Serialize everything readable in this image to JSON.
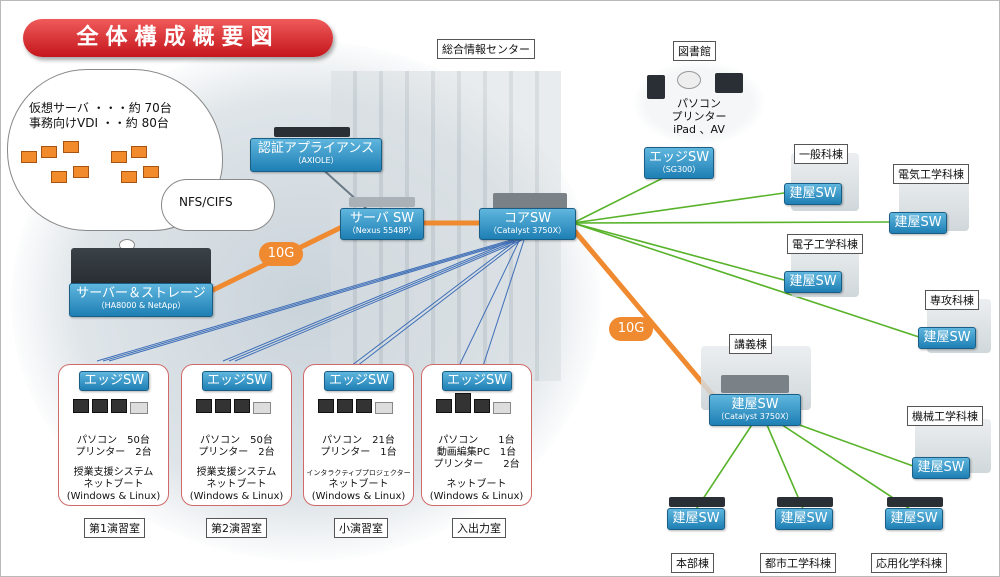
{
  "title": "全体構成概要図",
  "center": {
    "label": "総合情報センター",
    "auth": {
      "name": "認証アプライアンス",
      "model": "（AXIOLE）"
    },
    "server_sw": {
      "name": "サーバ SW",
      "model": "（Nexus 5548P）"
    },
    "core_sw": {
      "name": "コアSW",
      "model": "（Catalyst 3750X）"
    },
    "storage": {
      "name": "サーバー＆ストレージ",
      "model": "（HA8000 & NetApp）"
    },
    "cloud": {
      "line1": "仮想サーバ ・・・約 70台",
      "line2": "事務向けVDI ・・約 80台",
      "nfs": "NFS/CIFS"
    },
    "link_10g_left": "10G",
    "link_10g_right": "10G"
  },
  "library": {
    "label": "図書館",
    "devices_line1": "パソコン",
    "devices_line2": "プリンター",
    "devices_line3": "iPad 、AV",
    "edge": {
      "name": "エッジSW",
      "model": "（SG300）"
    }
  },
  "buildings": [
    {
      "label": "一般科棟",
      "sw": "建屋SW"
    },
    {
      "label": "電気工学科棟",
      "sw": "建屋SW"
    },
    {
      "label": "電子工学科棟",
      "sw": "建屋SW"
    },
    {
      "label": "専攻科棟",
      "sw": "建屋SW"
    },
    {
      "label": "機械工学科棟",
      "sw": "建屋SW"
    },
    {
      "label": "本部棟",
      "sw": "建屋SW"
    },
    {
      "label": "都市工学科棟",
      "sw": "建屋SW"
    },
    {
      "label": "応用化学科棟",
      "sw": "建屋SW"
    }
  ],
  "lecture": {
    "label": "講義棟",
    "sw": "建屋SW",
    "model": "（Catalyst 3750X）"
  },
  "rooms": [
    {
      "edge": "エッジSW",
      "l1": "パソコン　50台",
      "l2": "プリンター　2台",
      "l3": "授業支援システム",
      "l4": "ネットブート",
      "l5": "(Windows & Linux)",
      "name": "第1演習室"
    },
    {
      "edge": "エッジSW",
      "l1": "パソコン　50台",
      "l2": "プリンター　2台",
      "l3": "授業支援システム",
      "l4": "ネットブート",
      "l5": "(Windows & Linux)",
      "name": "第2演習室"
    },
    {
      "edge": "エッジSW",
      "l1": "パソコン　21台",
      "l2": "プリンター　1台",
      "l3": "インタラクティブプロジェクター",
      "l4": "ネットブート",
      "l5": "(Windows & Linux)",
      "name": "小演習室"
    },
    {
      "edge": "エッジSW",
      "l1": "パソコン　　1台",
      "l2": "動画編集PC　1台",
      "l3": "プリンター　　2台",
      "l4": "ネットブート",
      "l5": "(Windows & Linux)",
      "name": "入出力室"
    }
  ],
  "colors": {
    "green_link": "#58b32a",
    "orange_link": "#f08a30",
    "blue_link": "#3f6fb8",
    "box_blue": "#2e8fc4"
  }
}
